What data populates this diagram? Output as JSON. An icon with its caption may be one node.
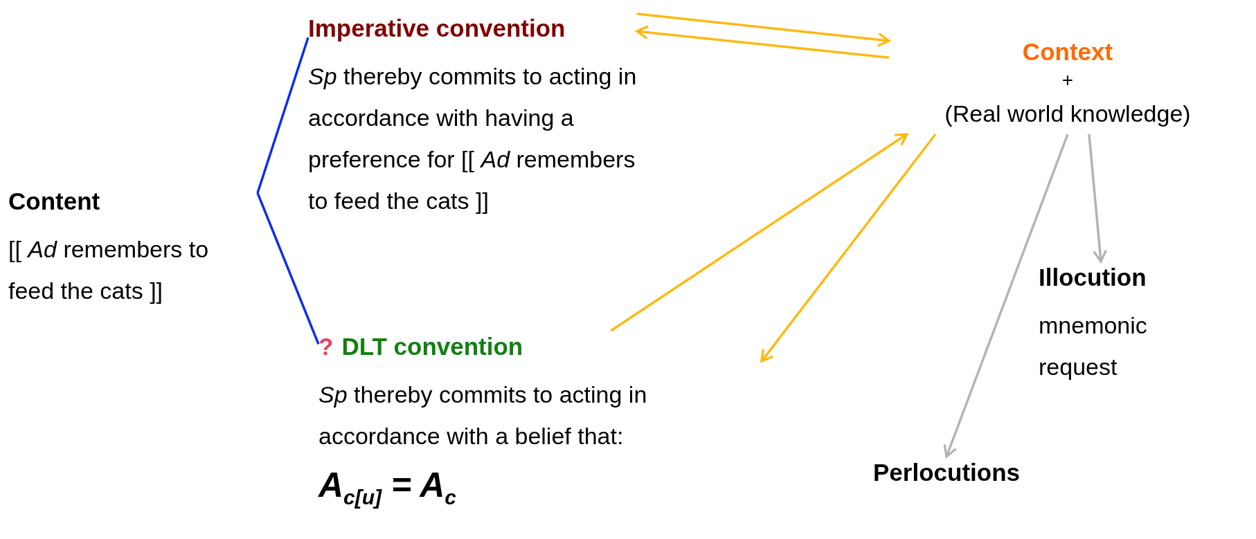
{
  "diagram": {
    "nodes": [
      {
        "text": [
          "Content",
          "[[ *Ad* remembers to feed the cats ]]"
        ]
      },
      {
        "text": [
          "Imperative convention",
          "*Sp* thereby commits to acting in accordance with having a preference for [[ *Ad* remembers to feed the cats ]]"
        ]
      },
      {
        "text": [
          "?",
          "DLT convention",
          "*Sp* thereby commits to acting in accordance with a belief that:",
          "A$_{c[u]}$ = A$_{c}$"
        ]
      },
      {
        "text": [
          "Context",
          "+",
          "(Real world knowledge)"
        ]
      },
      {
        "text": [
          "Illocution",
          "mnemonic request"
        ]
      },
      {
        "text": [
          "Perlocutions"
        ]
      }
    ],
    "edges": [
      {
        "from": 0,
        "to": 1,
        "arrow": "none",
        "color": "#0a2cf5"
      },
      {
        "from": 0,
        "to": 2,
        "arrow": "none",
        "color": "#0a2cf5"
      },
      {
        "from": 1,
        "to": 3,
        "arrow": "to"
      },
      {
        "from": 3,
        "to": 1,
        "arrow": "to"
      },
      {
        "from": 2,
        "to": 3,
        "arrow": "to"
      },
      {
        "from": 3,
        "to": 2,
        "arrow": "to"
      },
      {
        "from": 3,
        "to": 4,
        "arrow": "to",
        "color": "#b3b3b3"
      },
      {
        "from": 3,
        "to": 5,
        "arrow": "to",
        "color": "#b3b3b3"
      }
    ]
  }
}
